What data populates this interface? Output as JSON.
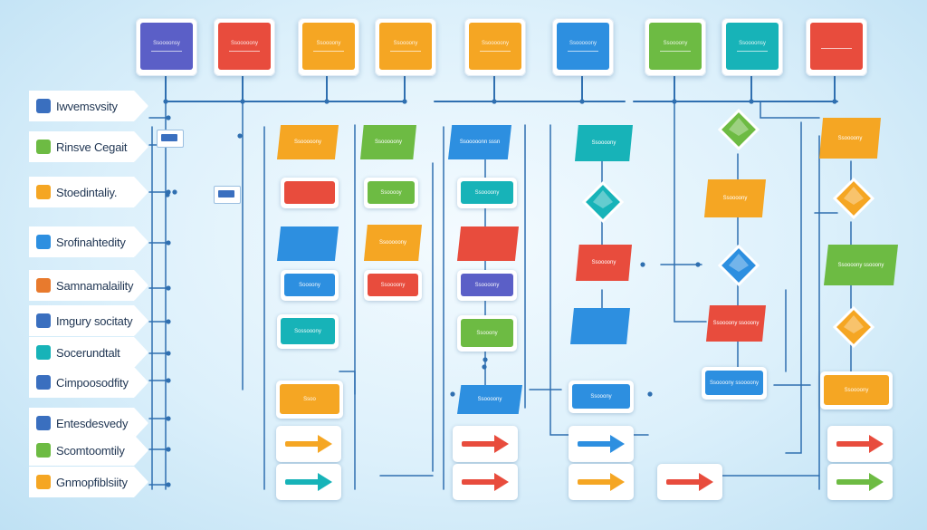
{
  "colors": {
    "line": "#2f6fb0",
    "purple": "#5b5fc7",
    "red": "#e84c3d",
    "orange": "#f5a623",
    "yellow": "#f7b731",
    "blue": "#2d8fe0",
    "green": "#6dbb43",
    "teal": "#17b3b8",
    "background": "#dcf0fb"
  },
  "top_row": [
    {
      "label": "Ssoooonsy",
      "color": "#5b5fc7"
    },
    {
      "label": "Ssooooony",
      "color": "#e84c3d"
    },
    {
      "label": "Ssoooony",
      "color": "#f5a623"
    },
    {
      "label": "Ssoooony",
      "color": "#f5a623"
    },
    {
      "label": "Ssooooony",
      "color": "#f5a623"
    },
    {
      "label": "Ssooooony",
      "color": "#2d8fe0"
    },
    {
      "label": "Ssoooony",
      "color": "#6dbb43"
    },
    {
      "label": "Ssoooonsy",
      "color": "#17b3b8"
    },
    {
      "label": "",
      "color": "#e84c3d"
    }
  ],
  "left_labels": [
    {
      "text": "Iwvemsvsity",
      "icon": "document-icon",
      "color": "#3a6fbf"
    },
    {
      "text": "Rinsve Cegait",
      "icon": "chart-icon",
      "color": "#6dbb43"
    },
    {
      "text": "Stoedintaliy.",
      "icon": "shield-icon",
      "color": "#f5a623"
    },
    {
      "text": "Srofinahtedity",
      "icon": "globe-icon",
      "color": "#2d8fe0"
    },
    {
      "text": "Samnamalaility",
      "icon": "folder-icon",
      "color": "#e87a2d"
    },
    {
      "text": "Imgury socitaty",
      "icon": "window-icon",
      "color": "#3a6fbf"
    },
    {
      "text": "Socerundtalt",
      "icon": "ring-icon",
      "color": "#17b3b8"
    },
    {
      "text": "Cimpoosodfity",
      "icon": "page-icon",
      "color": "#3a6fbf"
    },
    {
      "text": "Entesdesvedy",
      "icon": "screen-icon",
      "color": "#3a6fbf"
    },
    {
      "text": "Scomtoomtily",
      "icon": "chart-icon",
      "color": "#6dbb43"
    },
    {
      "text": "Gnmopfiblsiity",
      "icon": "leaf-icon",
      "color": "#f5a623"
    }
  ],
  "column_a": [
    {
      "label": "Ssooooony",
      "color": "#f5a623",
      "shape": "slant"
    },
    {
      "label": "",
      "color": "#e84c3d",
      "shape": "card"
    },
    {
      "label": "",
      "color": "#2d8fe0",
      "shape": "slant"
    },
    {
      "label": "Soooony",
      "color": "#2d8fe0",
      "shape": "card"
    },
    {
      "label": "Sossooony",
      "color": "#17b3b8",
      "shape": "card"
    },
    {
      "label": "Ssoo",
      "color": "#f5a623",
      "shape": "card"
    }
  ],
  "column_b": [
    {
      "label": "Ssooooony",
      "color": "#6dbb43",
      "shape": "slant"
    },
    {
      "label": "Ssooooy",
      "color": "#6dbb43",
      "shape": "card"
    },
    {
      "label": "Ssooooony",
      "color": "#f5a623",
      "shape": "slant"
    },
    {
      "label": "Ssoooony",
      "color": "#e84c3d",
      "shape": "card"
    }
  ],
  "column_c": [
    {
      "label": "Ssooooonn sssn",
      "color": "#2d8fe0",
      "shape": "slant"
    },
    {
      "label": "Ssoooony",
      "color": "#17b3b8",
      "shape": "card"
    },
    {
      "label": "",
      "color": "#e84c3d",
      "shape": "slant"
    },
    {
      "label": "Ssoooony",
      "color": "#5b5fc7",
      "shape": "card"
    },
    {
      "label": "Ssooony",
      "color": "#6dbb43",
      "shape": "card"
    },
    {
      "label": "Ssoooony",
      "color": "#2d8fe0",
      "shape": "slant"
    }
  ],
  "column_d": [
    {
      "label": "Ssoooony",
      "color": "#17b3b8",
      "shape": "slant"
    },
    {
      "label": "Ssoooony",
      "color": "#e84c3d",
      "shape": "slant"
    },
    {
      "label": "",
      "color": "#2d8fe0",
      "shape": "slant"
    },
    {
      "label": "Ssooony",
      "color": "#2d8fe0",
      "shape": "card"
    }
  ],
  "column_e": [
    {
      "label": "Ssoooony",
      "color": "#f5a623",
      "shape": "slant"
    },
    {
      "label": "Ssoooony ssooony",
      "color": "#e84c3d",
      "shape": "slant"
    },
    {
      "label": "Ssoooony ssoooony",
      "color": "#2d8fe0",
      "shape": "card"
    }
  ],
  "column_f": [
    {
      "label": "Ssoooony",
      "color": "#f5a623",
      "shape": "slant"
    },
    {
      "label": "Ssoooony ssooony",
      "color": "#6dbb43",
      "shape": "slant"
    },
    {
      "label": "Ssoooony",
      "color": "#f5a623",
      "shape": "card"
    }
  ],
  "arrows": [
    {
      "icon": "arrow-right-icon",
      "color": "#f5a623"
    },
    {
      "icon": "arrow-right-icon",
      "color": "#17b3b8"
    },
    {
      "icon": "arrow-right-icon",
      "color": "#e84c3d"
    },
    {
      "icon": "arrow-right-icon",
      "color": "#e84c3d"
    },
    {
      "icon": "arrow-right-icon",
      "color": "#2d8fe0"
    },
    {
      "icon": "arrow-right-icon",
      "color": "#f5a623"
    },
    {
      "icon": "arrow-right-icon",
      "color": "#e84c3d"
    },
    {
      "icon": "arrow-right-icon",
      "color": "#e84c3d"
    },
    {
      "icon": "arrow-right-icon",
      "color": "#6dbb43"
    }
  ],
  "decisions": [
    {
      "icon": "diamond-icon",
      "color": "#6dbb43"
    },
    {
      "icon": "diamond-icon",
      "color": "#17b3b8"
    },
    {
      "icon": "diamond-icon",
      "color": "#f5a623"
    },
    {
      "icon": "diamond-icon",
      "color": "#2d8fe0"
    },
    {
      "icon": "diamond-icon",
      "color": "#f5a623"
    }
  ]
}
